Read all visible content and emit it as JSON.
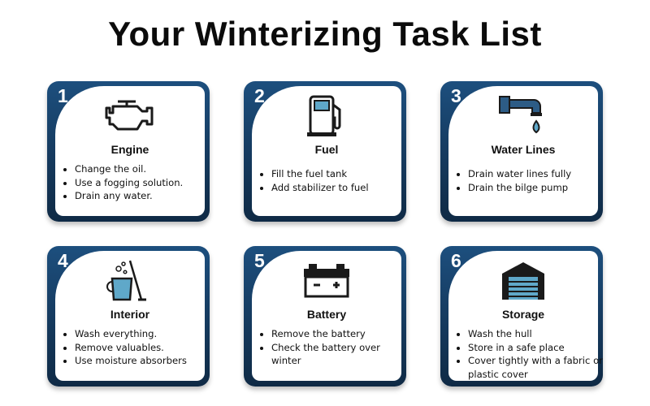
{
  "title": "Your Winterizing Task List",
  "colors": {
    "card_dark": "#163d63",
    "icon_fill": "#1a1a1a",
    "accent": "#5fa8c9"
  },
  "cards": [
    {
      "number": "1",
      "label": "Engine",
      "icon": "engine-icon",
      "items": [
        "Change the oil.",
        "Use a fogging solution.",
        "Drain any water."
      ]
    },
    {
      "number": "2",
      "label": "Fuel",
      "icon": "fuel-pump-icon",
      "items": [
        "Fill the fuel tank",
        "Add stabilizer to fuel"
      ]
    },
    {
      "number": "3",
      "label": "Water Lines",
      "icon": "faucet-drop-icon",
      "items": [
        "Drain water lines fully",
        "Drain the bilge pump"
      ]
    },
    {
      "number": "4",
      "label": "Interior",
      "icon": "mop-bucket-icon",
      "items": [
        "Wash everything.",
        "Remove valuables.",
        "Use moisture absorbers"
      ]
    },
    {
      "number": "5",
      "label": "Battery",
      "icon": "battery-icon",
      "items": [
        "Remove the battery",
        "Check the battery over winter"
      ]
    },
    {
      "number": "6",
      "label": "Storage",
      "icon": "garage-icon",
      "items": [
        "Wash the hull",
        "Store in a safe place",
        "Cover tightly with a fabric or plastic cover"
      ]
    }
  ]
}
